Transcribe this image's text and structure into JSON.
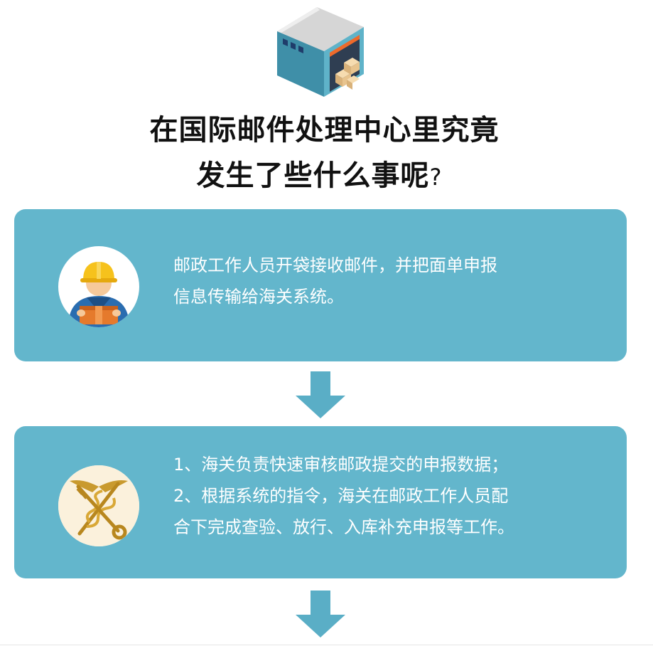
{
  "title": {
    "line1": "在国际邮件处理中心里究竟",
    "line2": "发生了些什么事呢",
    "line2_mark": "?"
  },
  "steps": [
    {
      "icon": "postal-worker-icon",
      "lines": [
        "邮政工作人员开袋接收邮件，并把面单申报",
        "信息传输给海关系统。"
      ]
    },
    {
      "icon": "customs-emblem-icon",
      "lines": [
        "1、海关负责快速审核邮政提交的申报数据；",
        "2、根据系统的指令，海关在邮政工作人员配",
        "合下完成查验、放行、入库补充申报等工作。"
      ]
    }
  ],
  "colors": {
    "card": "#63b6cc",
    "arrow": "#5aaec6",
    "title": "#111111",
    "text": "#ffffff"
  }
}
